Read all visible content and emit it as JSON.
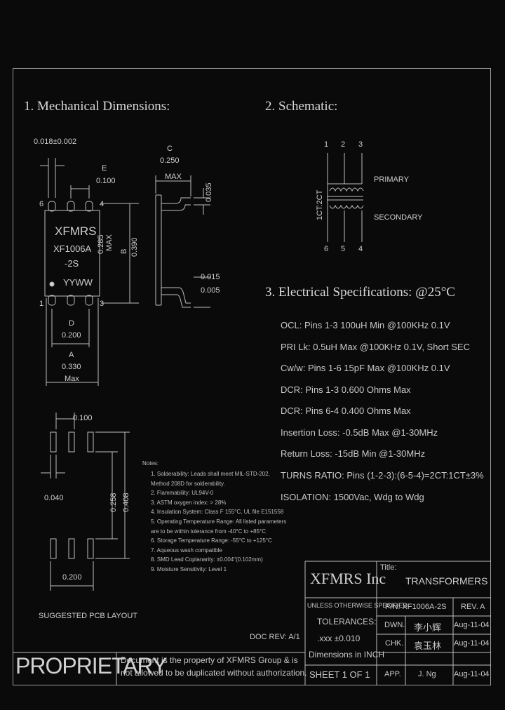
{
  "sections": {
    "mechanical_title": "1. Mechanical Dimensions:",
    "schematic_title": "2. Schematic:",
    "electrical_title": "3. Electrical   Specifications: @25°C"
  },
  "mechanical": {
    "lead_width": "0.018±0.002",
    "E_label": "E",
    "E_value": "0.100",
    "C_label": "C",
    "C_value": "0.250",
    "C_max": "MAX",
    "pin6": "6",
    "pin4": "4",
    "pin1": "1",
    "pin3": "3",
    "brand": "XFMRS",
    "part_line1": "XF1006A",
    "part_line2": "-2S",
    "date_code": "YYWW",
    "width_value": "0.285",
    "width_max": "MAX",
    "B_label": "B",
    "B_value": "0.390",
    "lead_thick": "0.035",
    "standoff_value1": "0.015",
    "standoff_value2": "0.005",
    "D_label": "D",
    "D_value": "0.200",
    "A_label": "A",
    "A_value": "0.330",
    "A_max": "Max"
  },
  "pcb": {
    "pad_pitch": "0.100",
    "pad_width": "0.040",
    "inner_span": "0.258",
    "outer_span": "0.408",
    "row_span": "0.200",
    "caption": "SUGGESTED PCB LAYOUT"
  },
  "notes": {
    "title": "Notes:",
    "items": [
      "1. Solderability: Leads shall meet MIL-STD-202,",
      "    Method 208D for solderability.",
      "2. Flammability: UL94V-0",
      "3. ASTM oxygen index: > 28%",
      "4. Insulation System: Class F 155°C, UL file E151558",
      "5. Operating Temperature Range: All listed parameters",
      "    are to be within tolerance from -40°C to +85°C",
      "6. Storage Temperature Range: -55°C to +125°C",
      "7. Aqueous wash compatible",
      "8. SMD Lead Coplanarity: ±0.004\"(0.102mm)",
      "9. Moisture Sensitivity: Level 1"
    ]
  },
  "schematic": {
    "top_pins": [
      "1",
      "2",
      "3"
    ],
    "bottom_pins": [
      "6",
      "5",
      "4"
    ],
    "ratio": "1CT:2CT",
    "primary": "PRIMARY",
    "secondary": "SECONDARY"
  },
  "electrical": [
    "OCL: Pins 1-3 100uH Min @100KHz 0.1V",
    "PRI Lk: 0.5uH Max @100KHz 0.1V, Short SEC",
    "Cw/w: Pins 1-6 15pF Max @100KHz 0.1V",
    "DCR: Pins 1-3 0.600 Ohms Max",
    "DCR: Pins 6-4 0.400 Ohms Max",
    "Insertion Loss: -0.5dB Max @1-30MHz",
    "Return Loss: -15dB Min @1-30MHz",
    "TURNS RATIO: Pins (1-2-3):(6-5-4)=2CT:1CT±3%",
    "ISOLATION: 1500Vac, Wdg to Wdg"
  ],
  "doc_rev": "DOC REV: A/1",
  "title_block": {
    "company": "XFMRS Inc",
    "title_label": "Title:",
    "title_value": "TRANSFORMERS",
    "tol_line1": "UNLESS OTHERWISE SPECIFIED",
    "tol_line2": "TOLERANCES:",
    "tol_line3": ".xxx ±0.010",
    "tol_line4": "Dimensions in INCH",
    "sheet": "SHEET  1  OF  1",
    "pn": "P/N: XF1006A-2S",
    "rev": "REV. A",
    "dwn_label": "DWN.",
    "dwn_name": "李小辉",
    "dwn_date": "Aug-11-04",
    "chk_label": "CHK.",
    "chk_name": "袁玉林",
    "chk_date": "Aug-11-04",
    "app_label": "APP.",
    "app_name": "J. Ng",
    "app_date": "Aug-11-04"
  },
  "proprietary": {
    "label": "PROPRIETARY",
    "line1": "Document is the property of XFMRS Group & is",
    "line2": "not allowed to be duplicated without authorization."
  }
}
